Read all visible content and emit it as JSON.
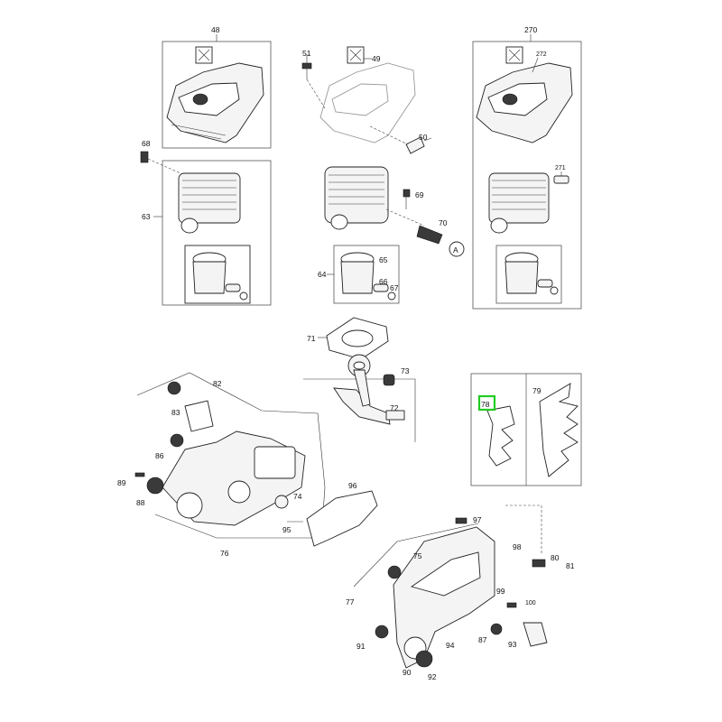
{
  "callouts": {
    "c48": "48",
    "c49": "49",
    "c50": "50",
    "c51": "51",
    "c270": "270",
    "c272": "272",
    "c271": "271",
    "c68": "68",
    "c63": "63",
    "c64": "64",
    "c65": "65",
    "c66": "66",
    "c67": "67",
    "c69": "69",
    "c70": "70",
    "cA": "A",
    "c71": "71",
    "c72": "72",
    "c73": "73",
    "c78": "78",
    "c79": "79",
    "c82": "82",
    "c83": "83",
    "c86": "86",
    "c88": "88",
    "c89": "89",
    "c74": "74",
    "c95": "95",
    "c76": "76",
    "c96": "96",
    "c97": "97",
    "c75": "75",
    "c77": "77",
    "c98": "98",
    "c80": "80",
    "c81": "81",
    "c99": "99",
    "c100": "100",
    "c87": "87",
    "c93": "93",
    "c94": "94",
    "c91": "91",
    "c90": "90",
    "c92": "92"
  },
  "highlight": {
    "target": "78",
    "color": "#22cc22"
  }
}
